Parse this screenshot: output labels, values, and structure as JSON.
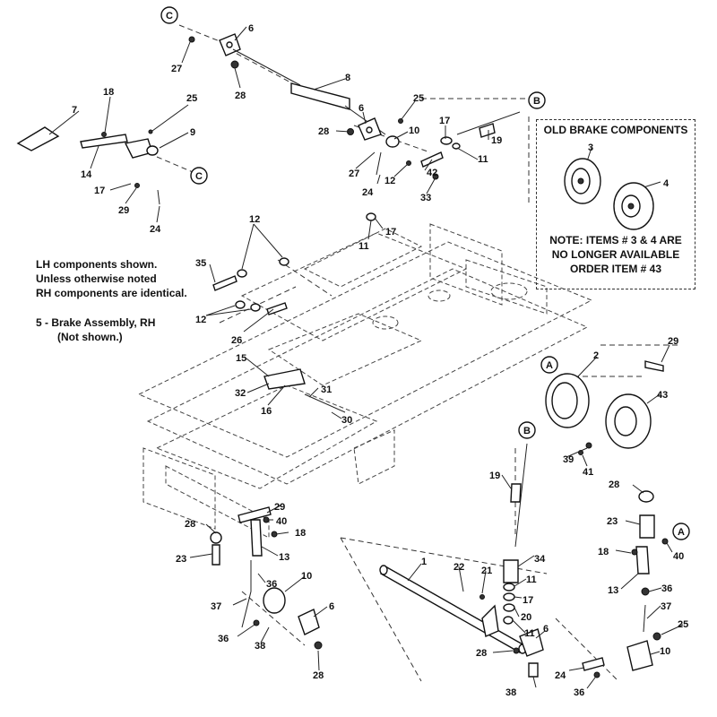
{
  "notes": {
    "lh_line1": "LH components shown.",
    "lh_line2": "Unless otherwise noted",
    "lh_line3": "RH components are identical.",
    "brake_line1": "5 - Brake Assembly, RH",
    "brake_line2": "(Not shown.)"
  },
  "inset": {
    "title": "OLD BRAKE COMPONENTS",
    "note_line1": "NOTE: ITEMS # 3 & 4 ARE",
    "note_line2": "NO LONGER AVAILABLE",
    "note_line3": "ORDER ITEM # 43"
  },
  "refs": [
    "C",
    "C",
    "B",
    "B",
    "A",
    "A"
  ],
  "callouts": [
    "1",
    "2",
    "3",
    "4",
    "6",
    "6",
    "6",
    "6",
    "7",
    "8",
    "9",
    "10",
    "10",
    "10",
    "11",
    "11",
    "11",
    "11",
    "12",
    "12",
    "12",
    "13",
    "13",
    "14",
    "15",
    "16",
    "17",
    "17",
    "17",
    "17",
    "18",
    "18",
    "18",
    "19",
    "19",
    "20",
    "21",
    "22",
    "23",
    "23",
    "24",
    "24",
    "24",
    "25",
    "25",
    "25",
    "26",
    "27",
    "27",
    "28",
    "28",
    "28",
    "28",
    "28",
    "28",
    "29",
    "29",
    "29",
    "30",
    "31",
    "32",
    "33",
    "34",
    "35",
    "36",
    "36",
    "36",
    "36",
    "37",
    "37",
    "38",
    "38",
    "39",
    "40",
    "40",
    "41",
    "42",
    "43"
  ]
}
